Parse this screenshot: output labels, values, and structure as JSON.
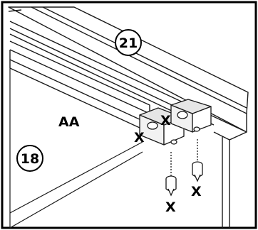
{
  "part_labels": {
    "top_panel": "21",
    "side_panel": "18",
    "rail": "AA"
  },
  "screw_labels": [
    "X",
    "X",
    "X",
    "X"
  ],
  "colors": {
    "stroke": "#1a1a1a",
    "frame": "#000000",
    "background": "#ffffff",
    "shade": "#e6e6e6"
  }
}
